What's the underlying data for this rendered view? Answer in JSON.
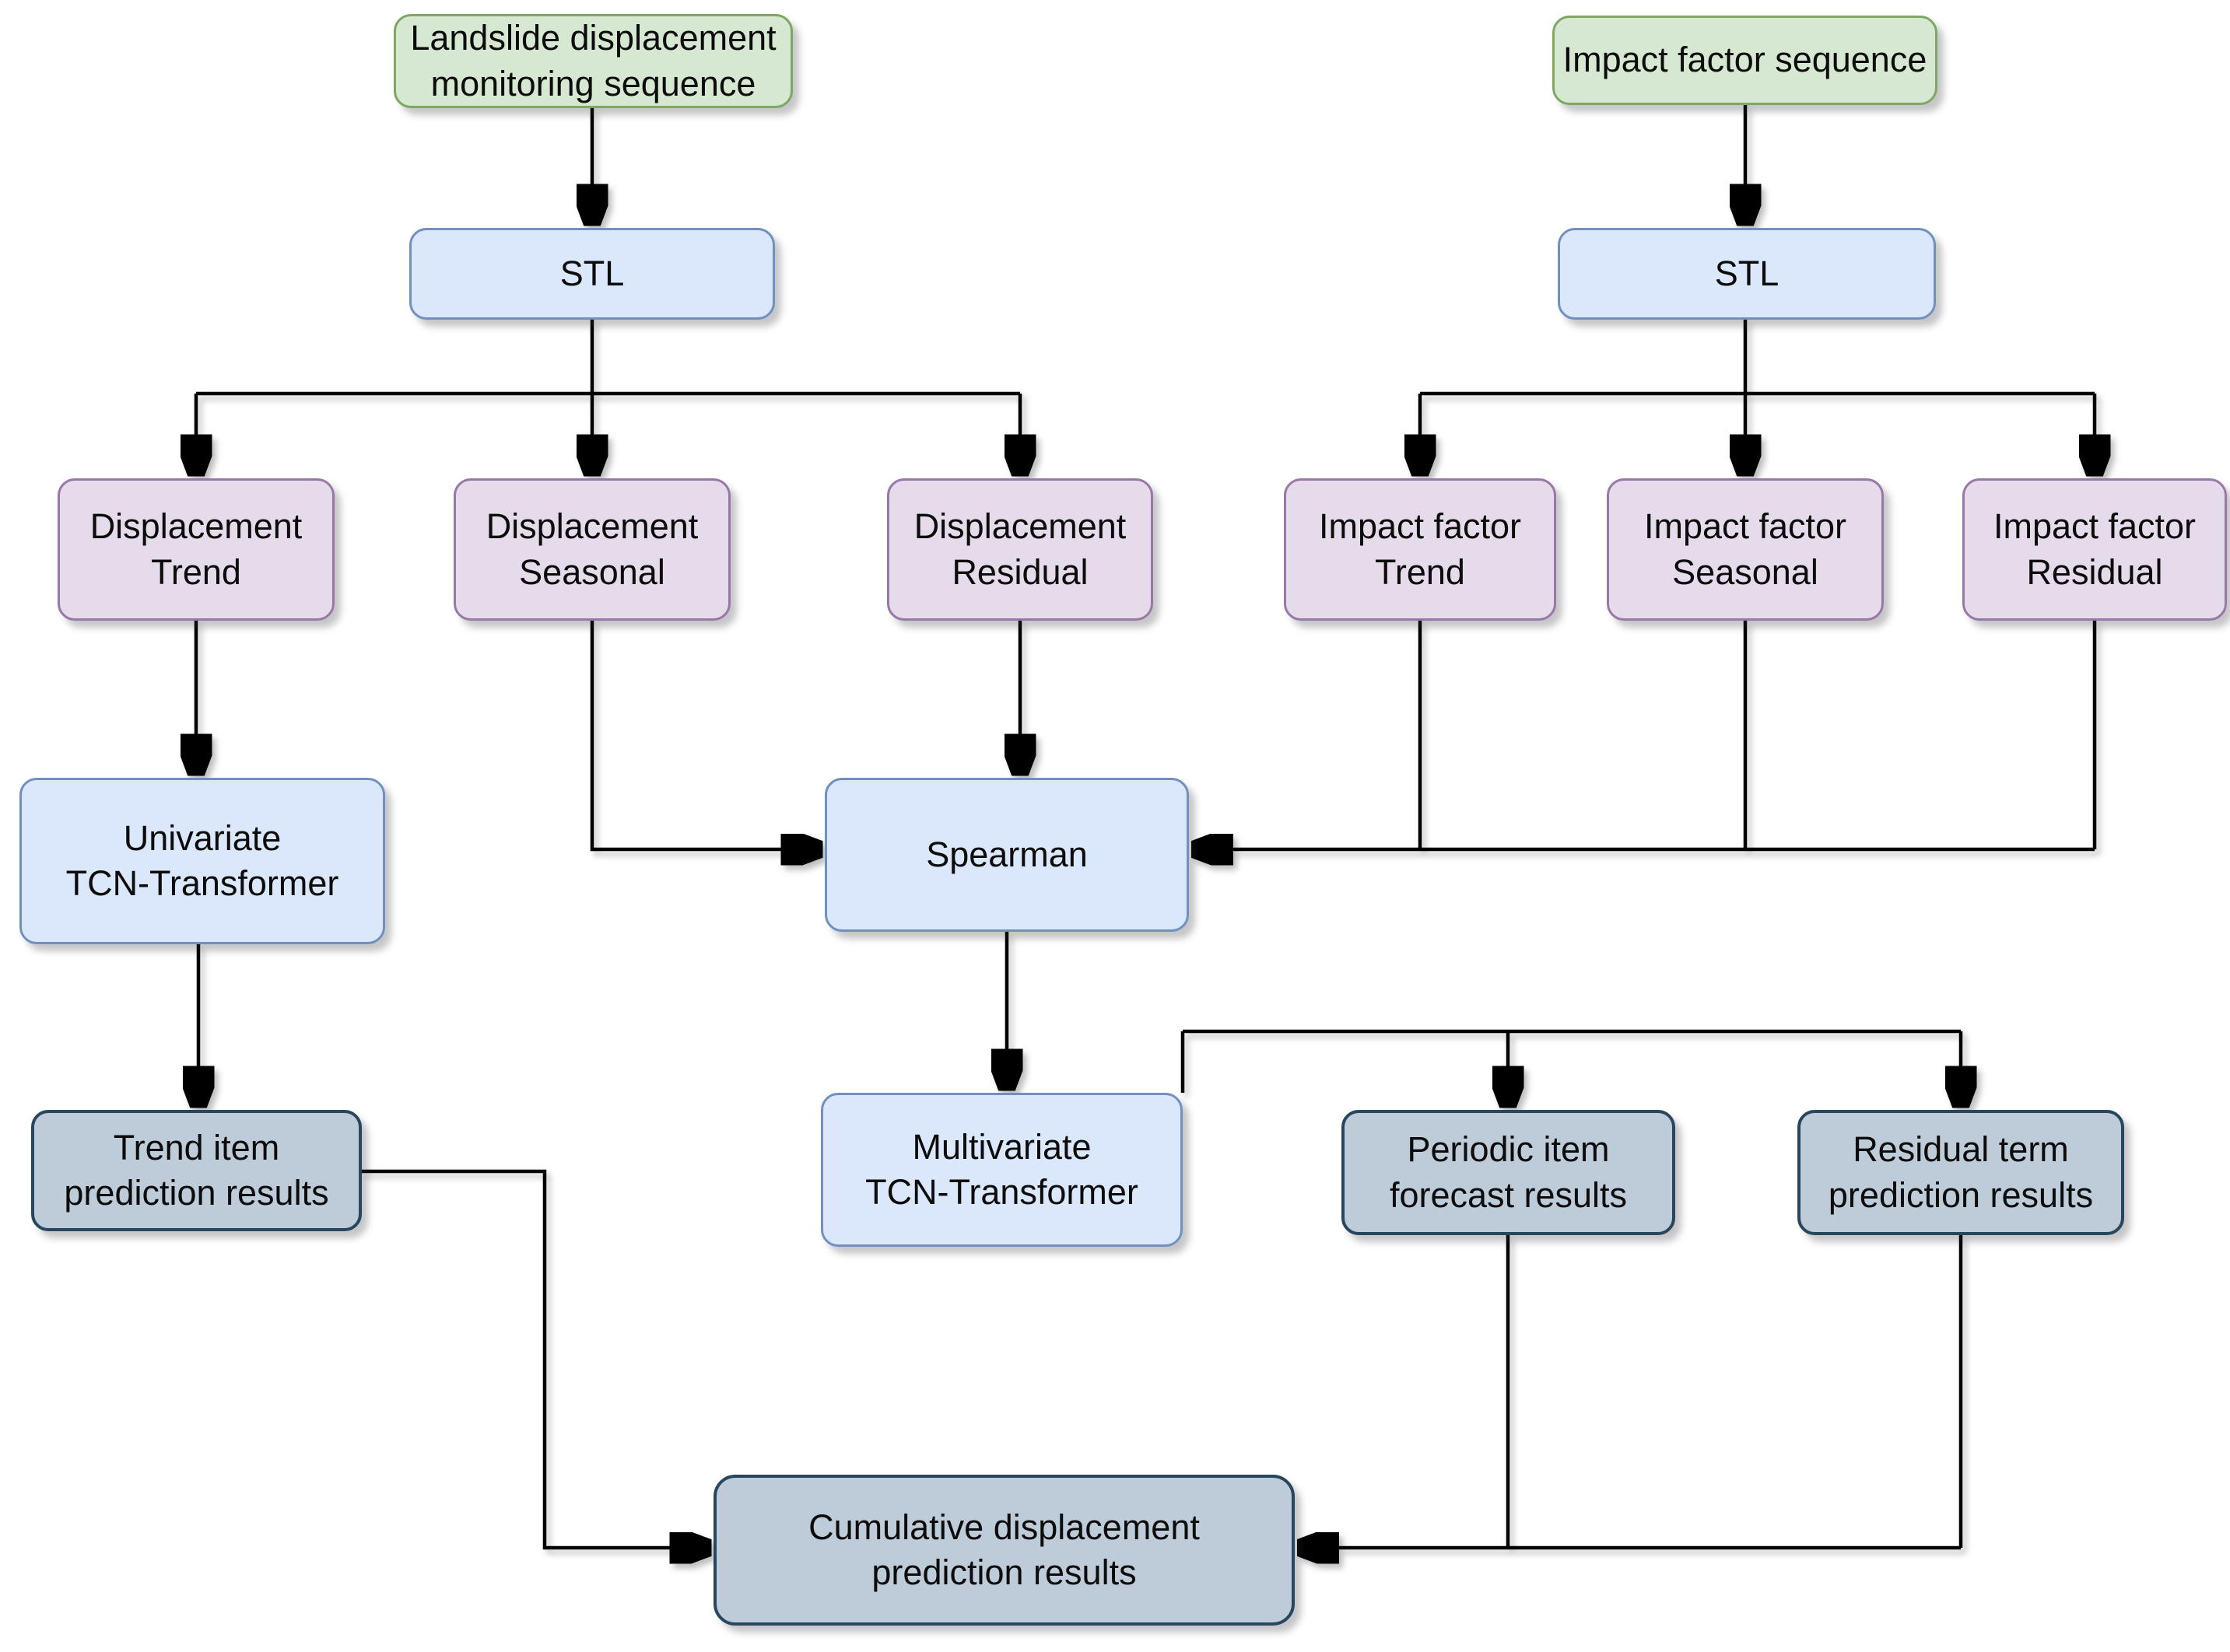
{
  "nodes": {
    "landslide_sequence": {
      "label": "Landslide displacement\nmonitoring sequence"
    },
    "impact_sequence": {
      "label": "Impact factor sequence"
    },
    "stl_left": {
      "label": "STL"
    },
    "stl_right": {
      "label": "STL"
    },
    "displacement_trend": {
      "label": "Displacement\nTrend"
    },
    "displacement_seasonal": {
      "label": "Displacement\nSeasonal"
    },
    "displacement_residual": {
      "label": "Displacement\nResidual"
    },
    "impact_trend": {
      "label": "Impact factor\nTrend"
    },
    "impact_seasonal": {
      "label": "Impact factor\nSeasonal"
    },
    "impact_residual": {
      "label": "Impact factor\nResidual"
    },
    "univariate_tcn": {
      "label": "Univariate\nTCN-Transformer"
    },
    "spearman": {
      "label": "Spearman"
    },
    "multivariate_tcn": {
      "label": "Multivariate\nTCN-Transformer"
    },
    "trend_item_results": {
      "label": "Trend item\nprediction results"
    },
    "periodic_item_results": {
      "label": "Periodic item\nforecast results"
    },
    "residual_term_results": {
      "label": "Residual term\nprediction results"
    },
    "cumulative_results": {
      "label": "Cumulative displacement\nprediction results"
    }
  },
  "edges": [
    {
      "from": "landslide_sequence",
      "to": "stl_left"
    },
    {
      "from": "impact_sequence",
      "to": "stl_right"
    },
    {
      "from": "stl_left",
      "to": "displacement_trend"
    },
    {
      "from": "stl_left",
      "to": "displacement_seasonal"
    },
    {
      "from": "stl_left",
      "to": "displacement_residual"
    },
    {
      "from": "stl_right",
      "to": "impact_trend"
    },
    {
      "from": "stl_right",
      "to": "impact_seasonal"
    },
    {
      "from": "stl_right",
      "to": "impact_residual"
    },
    {
      "from": "displacement_trend",
      "to": "univariate_tcn"
    },
    {
      "from": "displacement_seasonal",
      "to": "spearman"
    },
    {
      "from": "displacement_residual",
      "to": "spearman"
    },
    {
      "from": "impact_trend",
      "to": "spearman"
    },
    {
      "from": "impact_seasonal",
      "to": "spearman"
    },
    {
      "from": "impact_residual",
      "to": "spearman"
    },
    {
      "from": "univariate_tcn",
      "to": "trend_item_results"
    },
    {
      "from": "spearman",
      "to": "multivariate_tcn"
    },
    {
      "from": "multivariate_tcn",
      "to": "periodic_item_results"
    },
    {
      "from": "multivariate_tcn",
      "to": "residual_term_results"
    },
    {
      "from": "trend_item_results",
      "to": "cumulative_results"
    },
    {
      "from": "periodic_item_results",
      "to": "cumulative_results"
    },
    {
      "from": "residual_term_results",
      "to": "cumulative_results"
    }
  ],
  "colors": {
    "input_fill": "#d7e8d2",
    "input_border": "#7ea862",
    "process_fill": "#dbe8fb",
    "process_border": "#7190c0",
    "component_fill": "#e6dbeb",
    "component_border": "#9878a8",
    "result_fill": "#becbd8",
    "result_border": "#28475f",
    "connector": "#000000",
    "background": "#ffffff",
    "text": "#0c0c0c"
  }
}
